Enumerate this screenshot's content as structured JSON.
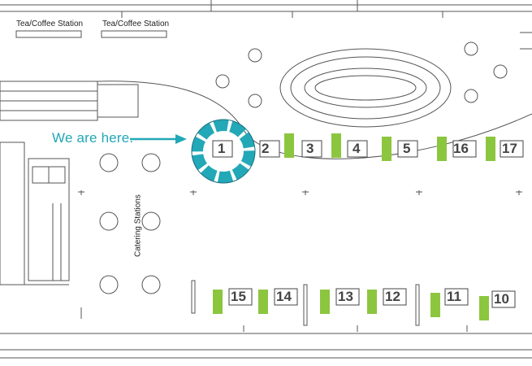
{
  "stations": {
    "tea_coffee_1": "Tea/Coffee Station",
    "tea_coffee_2": "Tea/Coffee Station",
    "catering": "Catering Stations"
  },
  "you_are_here": "We are here.",
  "booths": {
    "b1": "1",
    "b2": "2",
    "b3": "3",
    "b4": "4",
    "b5": "5",
    "b16": "16",
    "b17": "17",
    "b15": "15",
    "b14": "14",
    "b13": "13",
    "b12": "12",
    "b11": "11",
    "b10": "10"
  },
  "colors": {
    "accent": "#22a8b6",
    "plant": "#8cc63f",
    "lines": "#555555"
  }
}
